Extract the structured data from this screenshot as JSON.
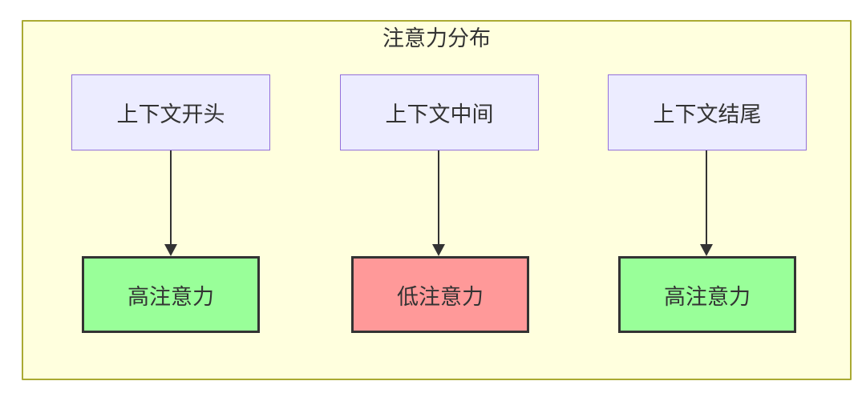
{
  "diagram": {
    "title": "注意力分布",
    "nodes": {
      "sources": [
        {
          "id": "context-beginning",
          "label": "上下文开头"
        },
        {
          "id": "context-middle",
          "label": "上下文中间"
        },
        {
          "id": "context-end",
          "label": "上下文结尾"
        }
      ],
      "targets": [
        {
          "id": "high-attention-1",
          "label": "高注意力",
          "level": "high"
        },
        {
          "id": "low-attention",
          "label": "低注意力",
          "level": "low"
        },
        {
          "id": "high-attention-2",
          "label": "高注意力",
          "level": "high"
        }
      ]
    },
    "edges": [
      {
        "from": "上下文开头",
        "to": "高注意力",
        "style": "arrow-down"
      },
      {
        "from": "上下文中间",
        "to": "低注意力",
        "style": "arrow-down"
      },
      {
        "from": "上下文结尾",
        "to": "高注意力",
        "style": "arrow-down"
      }
    ],
    "colors": {
      "container_fill": "#ffffde",
      "container_border": "#aaaa33",
      "source_fill": "#ececff",
      "source_border": "#9370db",
      "high_attention_fill": "#99ff99",
      "low_attention_fill": "#ff9999",
      "target_border": "#333333",
      "arrow": "#333333",
      "text": "#333333"
    }
  }
}
